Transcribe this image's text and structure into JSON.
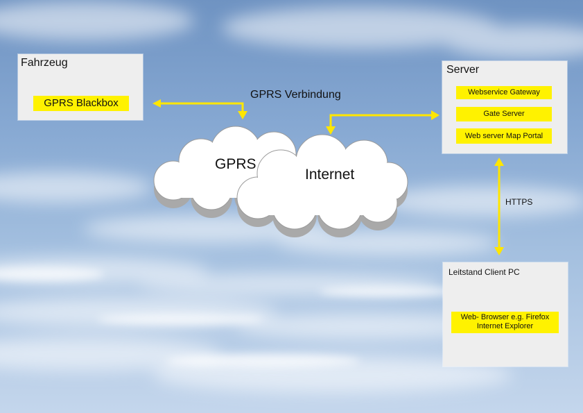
{
  "vehicle": {
    "title": "Fahrzeug",
    "blackbox": "GPRS Blackbox"
  },
  "connection_label": "GPRS Verbindung",
  "clouds": {
    "gprs": "GPRS",
    "internet": "Internet"
  },
  "server": {
    "title": "Server",
    "components": [
      "Webservice Gateway",
      "Gate Server",
      "Web server Map Portal"
    ]
  },
  "https_label": "HTTPS",
  "client": {
    "title": "Leitstand Client PC",
    "browser_line1": "Web- Browser e.g. Firefox",
    "browser_line2": "Internet Explorer"
  },
  "colors": {
    "accent": "#fff200",
    "box": "#eeeeee",
    "arrow": "#ffe600"
  }
}
